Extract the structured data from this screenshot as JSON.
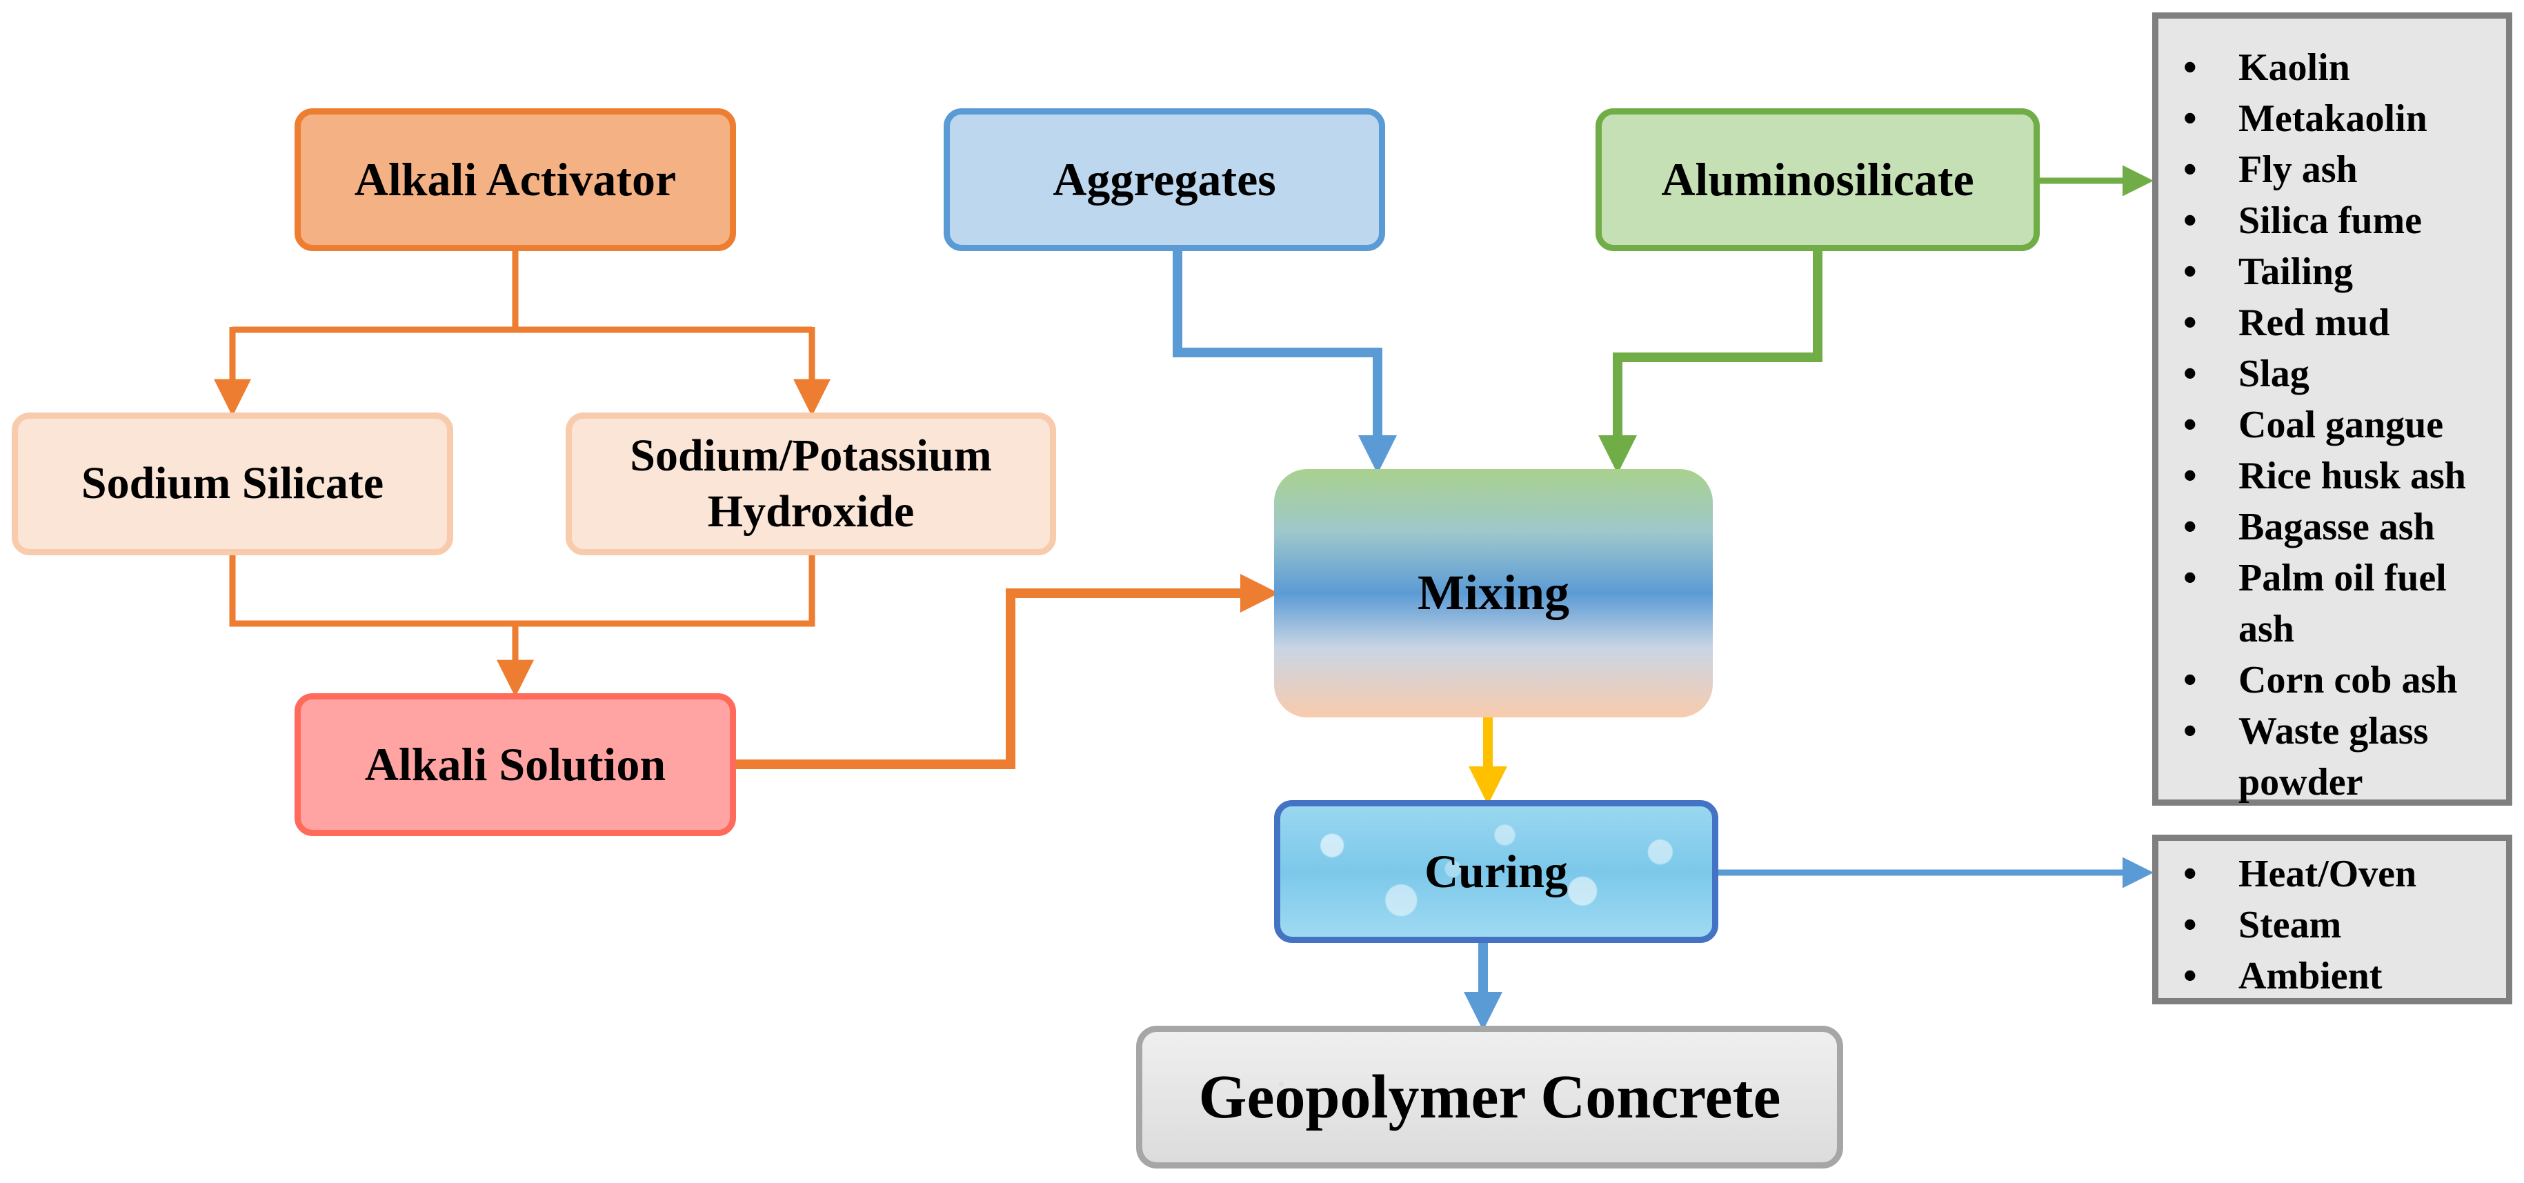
{
  "nodes": {
    "alkali_activator": "Alkali Activator",
    "sodium_silicate": "Sodium Silicate",
    "hydroxide_line1": "Sodium/Potassium",
    "hydroxide_line2": "Hydroxide",
    "alkali_solution": "Alkali Solution",
    "aggregates": "Aggregates",
    "aluminosilicate": "Aluminosilicate",
    "mixing": "Mixing",
    "curing": "Curing",
    "geopolymer_concrete": "Geopolymer Concrete"
  },
  "aluminosilicate_sources": [
    "Kaolin",
    "Metakaolin",
    "Fly ash",
    "Silica fume",
    "Tailing",
    "Red mud",
    "Slag",
    "Coal gangue",
    "Rice husk ash",
    "Bagasse ash",
    "Palm oil fuel ash",
    "Corn cob ash",
    "Waste glass powder"
  ],
  "curing_methods": [
    "Heat/Oven",
    "Steam",
    "Ambient"
  ],
  "colors": {
    "orange_connector": "#ed7d31",
    "blue_connector": "#5b9bd5",
    "green_connector": "#70ad47",
    "gold_connector": "#ffc000"
  }
}
